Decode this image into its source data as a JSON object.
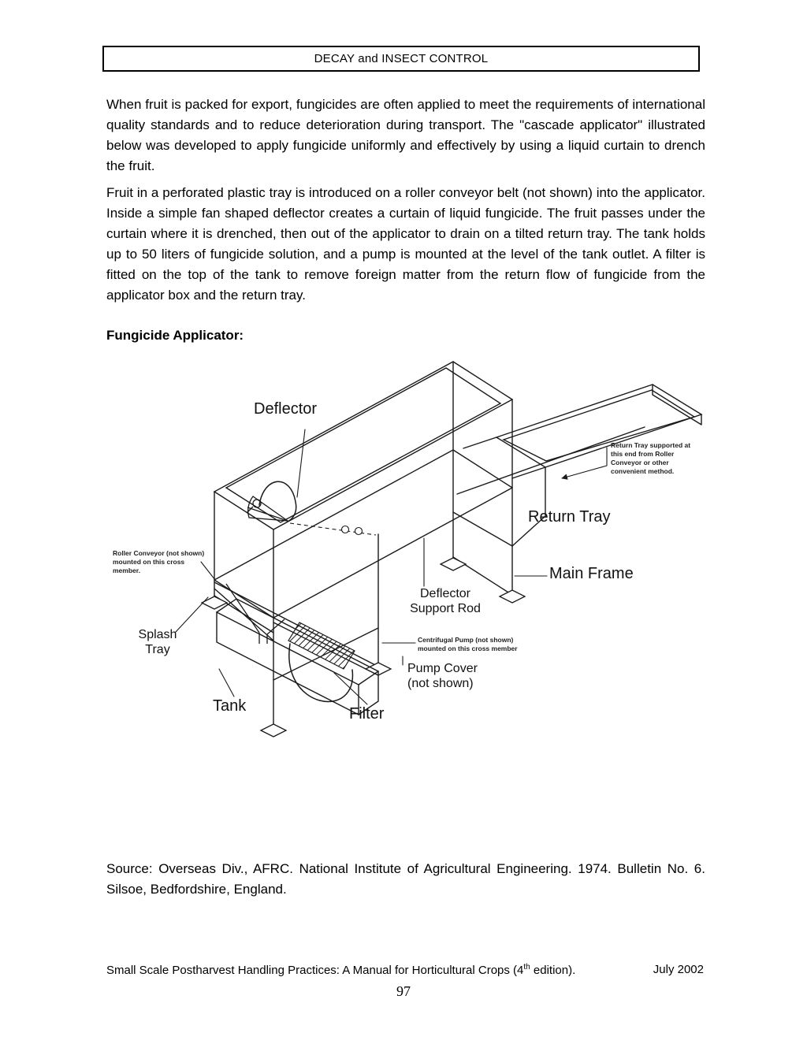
{
  "header": {
    "title": "DECAY and INSECT CONTROL"
  },
  "paragraphs": [
    "When fruit is packed for export, fungicides are often applied to meet the requirements of international quality standards and to reduce deterioration during transport. The \"cascade applicator\" illustrated below was developed to apply fungicide uniformly and effectively by using a liquid curtain to drench the fruit.",
    "Fruit in a perforated plastic tray is introduced on a roller conveyor belt (not shown) into the applicator. Inside a simple fan shaped deflector creates a curtain of liquid fungicide. The fruit passes under the curtain where it is drenched, then out of the applicator to drain on a tilted return tray. The tank holds up to 50 liters of fungicide solution, and a pump is mounted at the level of the tank outlet. A filter is fitted on the top of the tank to remove foreign matter from the return flow of fungicide from the applicator box and the return tray."
  ],
  "figure": {
    "heading": "Fungicide Applicator:",
    "labels": {
      "deflector": "Deflector",
      "return_tray": "Return Tray",
      "main_frame": "Main Frame",
      "deflector_support_rod": "Deflector\nSupport Rod",
      "splash_tray": "Splash\nTray",
      "pump_cover": "Pump Cover\n(not shown)",
      "tank": "Tank",
      "filter": "Filter"
    },
    "notes": {
      "return_tray_support": "Return Tray supported at this end from Roller Conveyor or other convenient method.",
      "roller_conveyor": "Roller Conveyor (not shown) mounted on this cross member.",
      "centrifugal_pump": "Centrifugal Pump (not shown) mounted on this cross member"
    }
  },
  "source": "Source: Overseas Div., AFRC. National Institute of Agricultural Engineering. 1974. Bulletin No. 6. Silsoe, Bedfordshire, England.",
  "footer": {
    "left_text": "Small Scale Postharvest Handling Practices: A Manual for Horticultural Crops (4",
    "edition_sup": "th",
    "left_text_end": " edition).",
    "date": "July 2002"
  },
  "page_number": "97",
  "colors": {
    "ink": "#1a1a1a",
    "paper": "#ffffff"
  }
}
